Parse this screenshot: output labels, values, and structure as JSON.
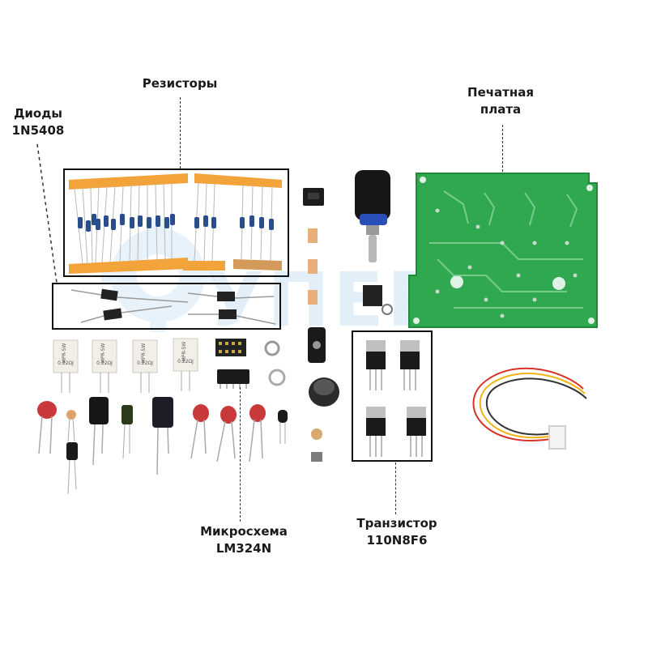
{
  "watermark": {
    "text": "УПЕРА",
    "color": "#d7e9f7"
  },
  "labels": {
    "resistors": {
      "line1": "Резисторы"
    },
    "diodes": {
      "line1": "Диоды",
      "line2": "1N5408"
    },
    "pcb": {
      "line1": "Печатная",
      "line2": "плата"
    },
    "chip": {
      "line1": "Микросхема",
      "line2": "LM324N"
    },
    "transistor": {
      "line1": "Транзистор",
      "line2": "110N8F6"
    }
  },
  "ceramic_resistors": [
    {
      "line1": "MPR-5W",
      "line2": "0.22ΩJ"
    },
    {
      "line1": "MPR-5W",
      "line2": "0.22ΩJ"
    },
    {
      "line1": "MPR-5W",
      "line2": "0.22ΩJ"
    },
    {
      "line1": "MPR-5W",
      "line2": "0.22ΩJ"
    }
  ],
  "colors": {
    "pcb_green": "#2fa84f",
    "tape_orange": "#f2a33a",
    "box_border": "#111111",
    "wire_red": "#d8322a",
    "wire_yellow": "#f2b318",
    "wire_black": "#333333"
  }
}
